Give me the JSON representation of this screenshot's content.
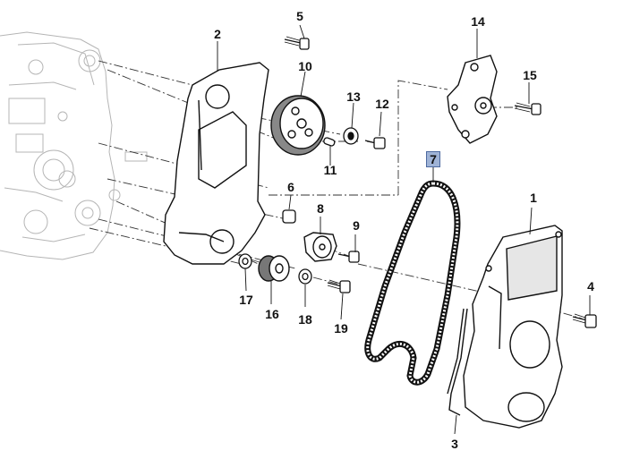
{
  "diagram": {
    "callouts": [
      {
        "id": "p1",
        "label": "1"
      },
      {
        "id": "p2",
        "label": "2"
      },
      {
        "id": "p3",
        "label": "3"
      },
      {
        "id": "p4",
        "label": "4"
      },
      {
        "id": "p5",
        "label": "5"
      },
      {
        "id": "p6",
        "label": "6"
      },
      {
        "id": "p7",
        "label": "7",
        "highlighted": true
      },
      {
        "id": "p8",
        "label": "8"
      },
      {
        "id": "p9",
        "label": "9"
      },
      {
        "id": "p10",
        "label": "10"
      },
      {
        "id": "p11",
        "label": "11"
      },
      {
        "id": "p12",
        "label": "12"
      },
      {
        "id": "p13",
        "label": "13"
      },
      {
        "id": "p14",
        "label": "14"
      },
      {
        "id": "p15",
        "label": "15"
      },
      {
        "id": "p16",
        "label": "16"
      },
      {
        "id": "p17",
        "label": "17"
      },
      {
        "id": "p18",
        "label": "18"
      },
      {
        "id": "p19",
        "label": "19"
      }
    ],
    "colors": {
      "line": "#111111",
      "engine_ghost": "#b5b5b5",
      "highlight_fill": "#9fb3d6",
      "highlight_border": "#4d6aa0"
    }
  }
}
